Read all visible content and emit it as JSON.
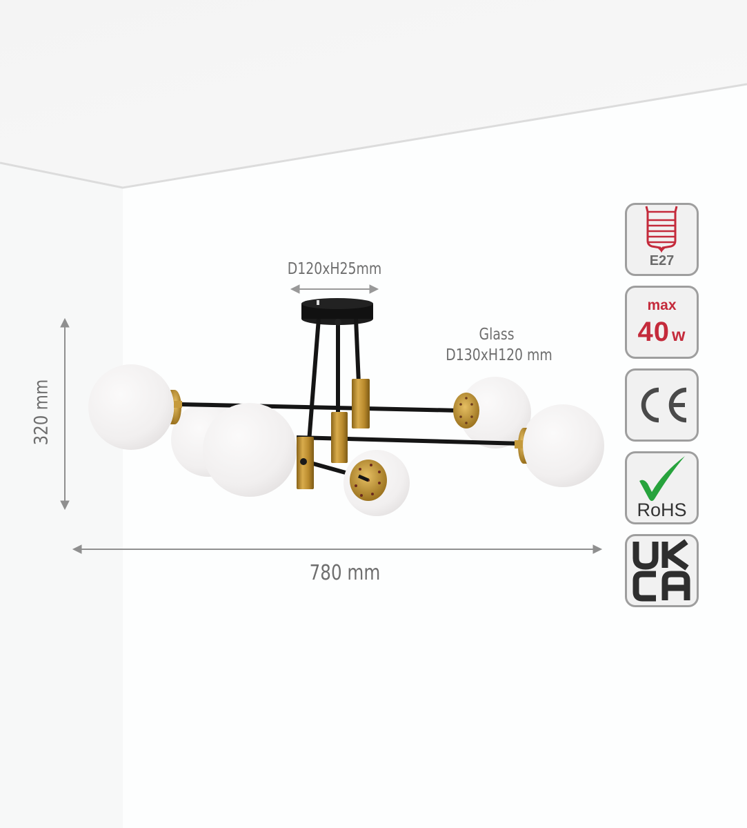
{
  "product": {
    "type": "6-light ceiling lamp with opal glass globes, black arms and brass holders",
    "colors": {
      "ceiling": "#f6f6f6",
      "wall_left": "#f7f8f8",
      "wall_back": "#fdfefe",
      "arm_black": "#151515",
      "brass": "#b8892c",
      "glass": "#f3f1f1",
      "dimension_line": "#8f8f8f",
      "dimension_text": "#6e6e6e"
    }
  },
  "dimensions": {
    "canopy": "D120xH25mm",
    "glass_title": "Glass",
    "glass_size": "D130xH120 mm",
    "overall_width": "780 mm",
    "overall_height": "320 mm"
  },
  "badges": {
    "socket": {
      "label": "E27",
      "icon": "lamp-base-icon",
      "color": "#c42a3b"
    },
    "wattage": {
      "prefix": "max",
      "value": "40",
      "unit": "w",
      "color": "#c42a3b"
    },
    "ce": {
      "label": "CE",
      "icon": "ce-mark-icon",
      "color": "#4a4a4a"
    },
    "rohs": {
      "label": "RoHS",
      "icon": "checkmark-icon",
      "check_color": "#27a33d"
    },
    "ukca": {
      "line1": "UK",
      "line2": "CA",
      "icon": "ukca-mark-icon",
      "color": "#2e2e2e"
    }
  }
}
